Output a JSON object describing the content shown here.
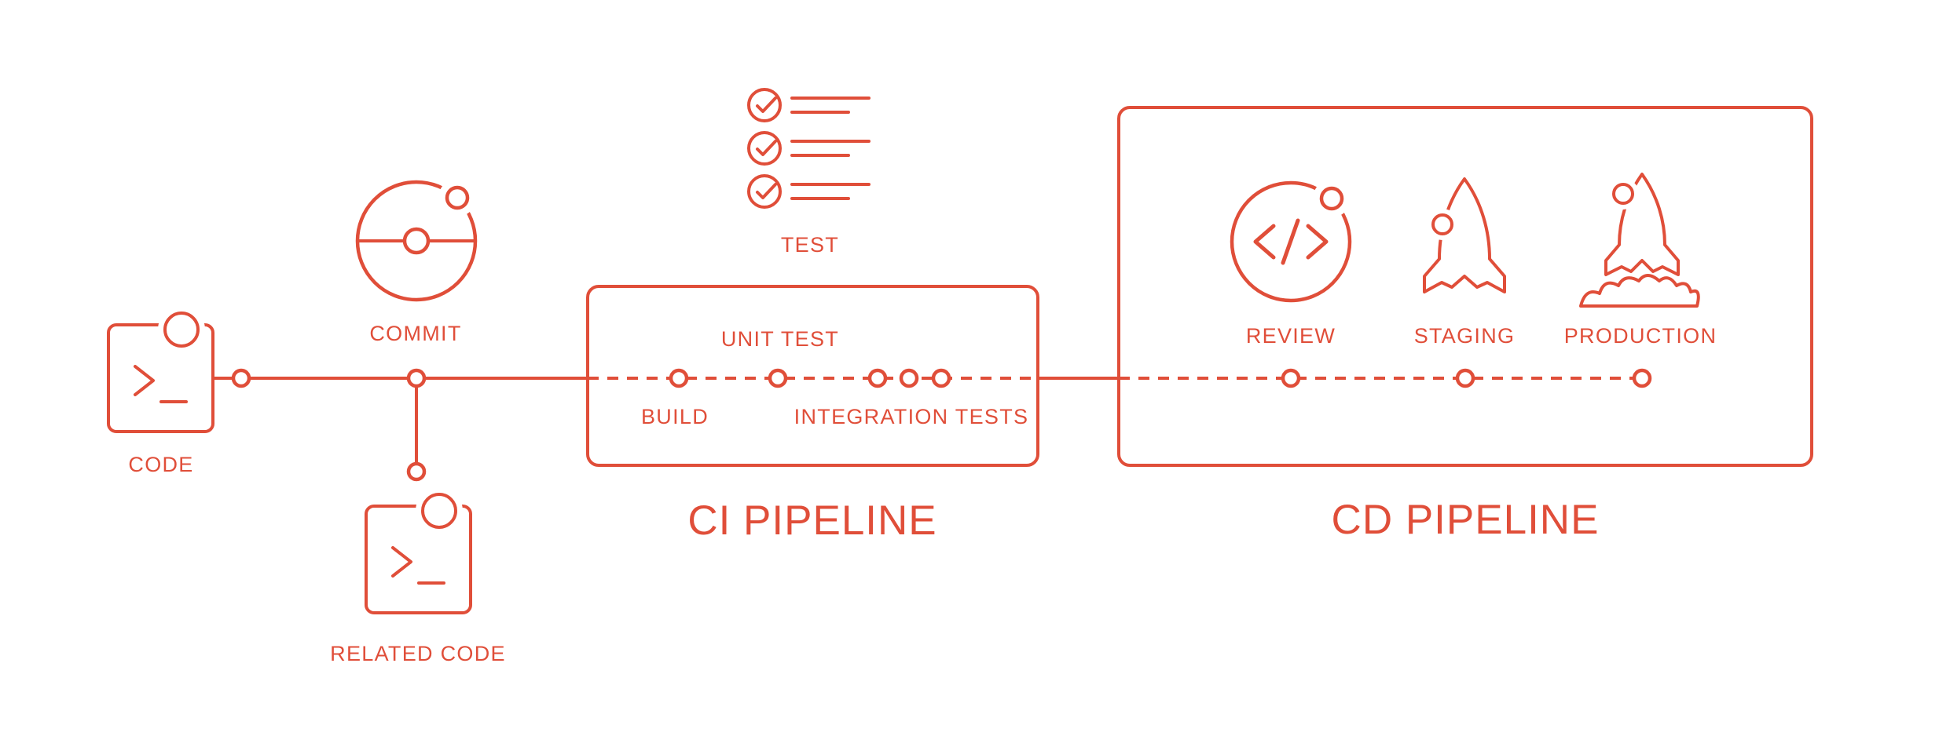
{
  "colors": {
    "accent": "#E04E39",
    "background": "#FFFFFF"
  },
  "diagram": {
    "labels": {
      "code": "CODE",
      "commit": "COMMIT",
      "related_code": "RELATED CODE",
      "test": "TEST",
      "unit_test": "UNIT TEST",
      "build": "BUILD",
      "integration_tests": "INTEGRATION TESTS",
      "review": "REVIEW",
      "staging": "STAGING",
      "production": "PRODUCTION"
    },
    "titles": {
      "ci": "CI PIPELINE",
      "cd": "CD PIPELINE"
    },
    "icons": {
      "code": "terminal-icon",
      "related_code": "terminal-icon",
      "commit": "commit-icon",
      "test": "checklist-icon",
      "review": "code-review-icon",
      "staging": "rocket-icon",
      "production": "rocket-launch-icon"
    }
  }
}
